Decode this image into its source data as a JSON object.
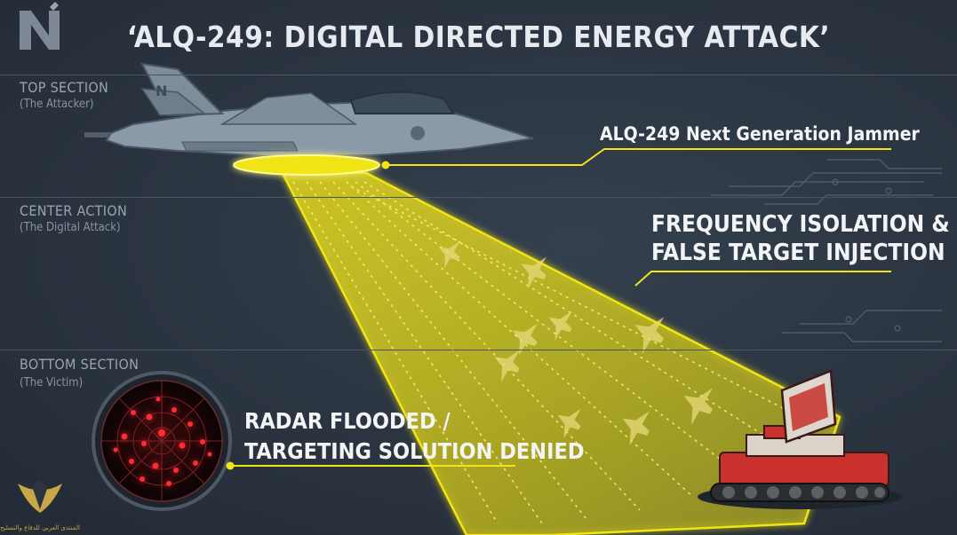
{
  "title": "‘ALQ-249: DIGITAL DIRECTED ENERGY ATTACK’",
  "sections": [
    {
      "title": "TOP SECTION",
      "subtitle": "(The Attacker)"
    },
    {
      "title": "CENTER ACTION",
      "subtitle": "(The Digital Attack)"
    },
    {
      "title": "BOTTOM SECTION",
      "subtitle": "(The Victim)"
    }
  ],
  "callouts": {
    "jammer": "ALQ-249 Next Generation Jammer",
    "isolation_line1": "FREQUENCY ISOLATION &",
    "isolation_line2": "FALSE TARGET INJECTION",
    "radar_line1": "RADAR FLOODED /",
    "radar_line2": "TARGETING SOLUTION DENIED"
  },
  "logo": {
    "letter": "N",
    "watermark": "المنتدى العربي للدفاع والتسليح"
  },
  "colors": {
    "accent": "#f2e516",
    "background": "#2b3440",
    "radar_blip": "#e3262e",
    "victim_red": "#c8312c"
  }
}
